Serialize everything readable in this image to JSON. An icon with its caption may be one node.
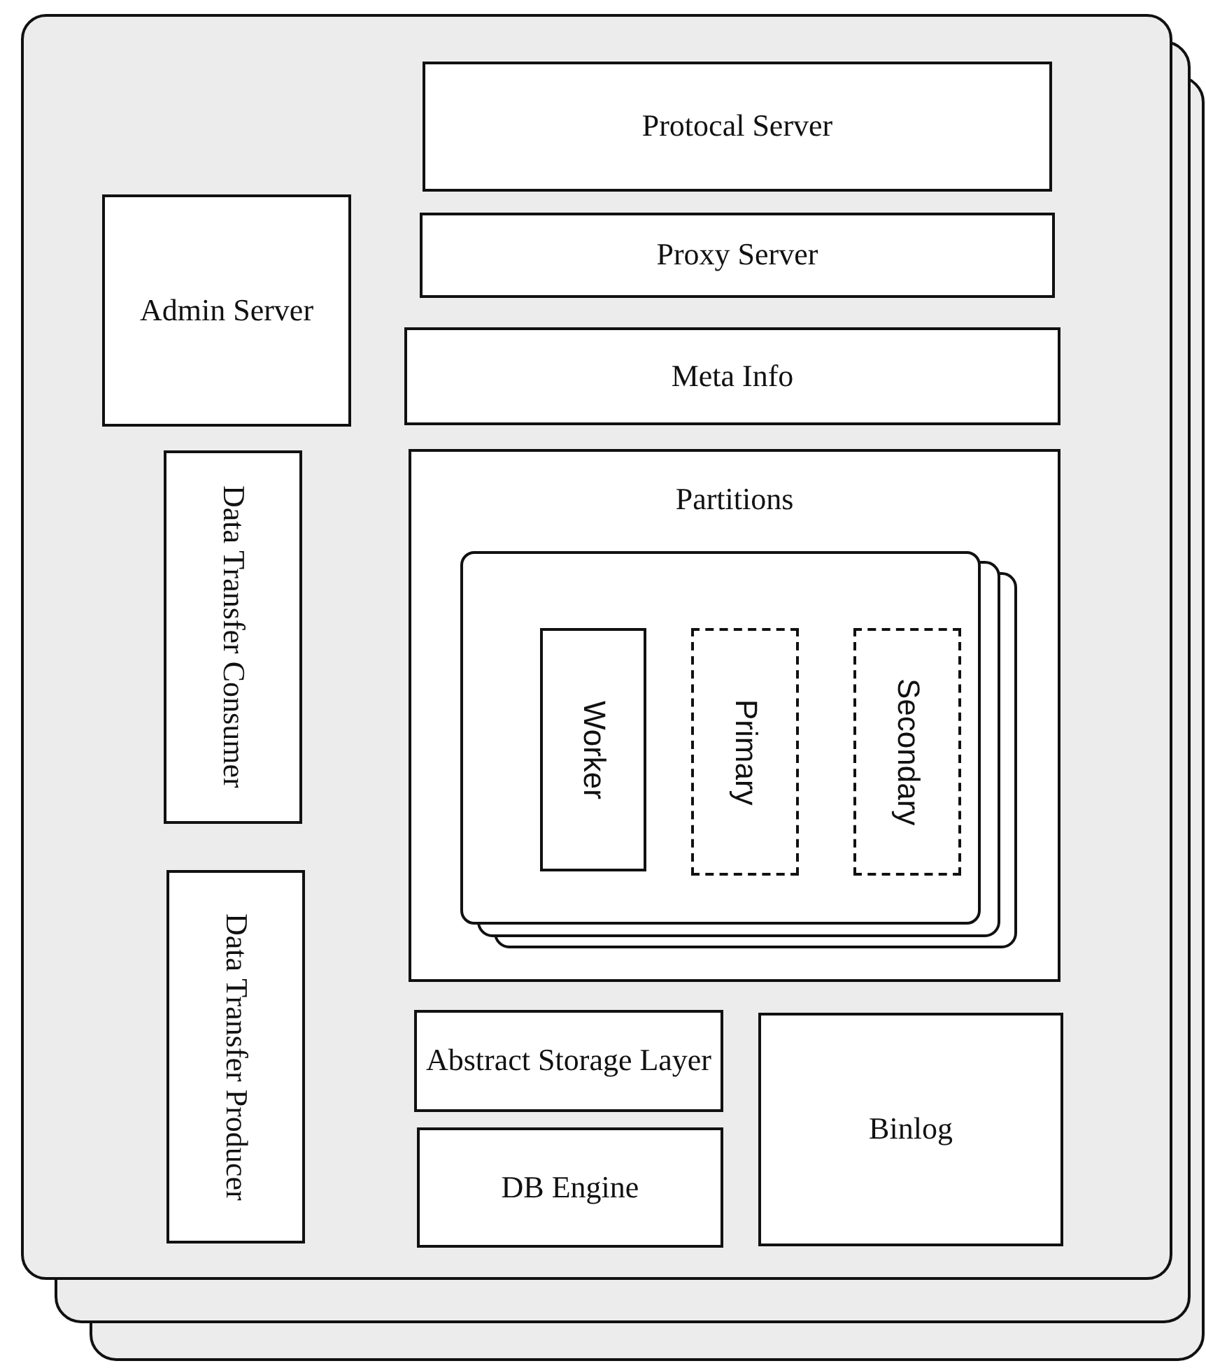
{
  "diagram": {
    "nodes": [
      {
        "text": [],
        "shape": "box"
      },
      {
        "text": [
          "Protocal Server"
        ],
        "in": 0
      },
      {
        "text": [
          "Admin Server"
        ],
        "in": 0
      },
      {
        "text": [
          "Proxy Server"
        ],
        "in": 0
      },
      {
        "text": [
          "Meta Info"
        ],
        "in": 0
      },
      {
        "text": [
          "Partitions"
        ],
        "in": 0
      },
      {
        "text": [],
        "shape": "box",
        "in": 5
      },
      {
        "text": [
          "Worker"
        ],
        "in": 6
      },
      {
        "text": [
          "Primary"
        ],
        "in": 6
      },
      {
        "text": [
          "Secondary"
        ],
        "in": 6
      },
      {
        "text": [
          "Data Transfer Consumer"
        ],
        "in": 0
      },
      {
        "text": [
          "Data Transfer Producer"
        ],
        "in": 0
      },
      {
        "text": [
          "Abstract Storage Layer"
        ],
        "in": 0
      },
      {
        "text": [
          "DB Engine"
        ],
        "in": 0
      },
      {
        "text": [
          "Binlog"
        ],
        "in": 0
      }
    ]
  }
}
